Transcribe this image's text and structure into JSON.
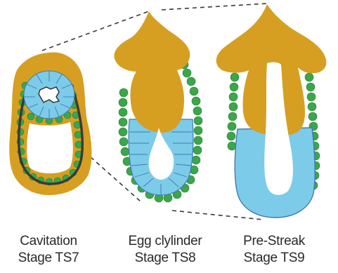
{
  "stages": [
    {
      "name": "Cavitation",
      "stage": "Stage TS7"
    },
    {
      "name": "Egg clylinder",
      "stage": "Stage TS8"
    },
    {
      "name": "Pre-Streak",
      "stage": "Stage TS9"
    }
  ],
  "colors": {
    "trophoblast": "#d69f22",
    "epiblast": "#7ccbe8",
    "endoderm": "#3ba64a",
    "outline": "#3a3a3a",
    "cell_line": "#3f79b8"
  }
}
